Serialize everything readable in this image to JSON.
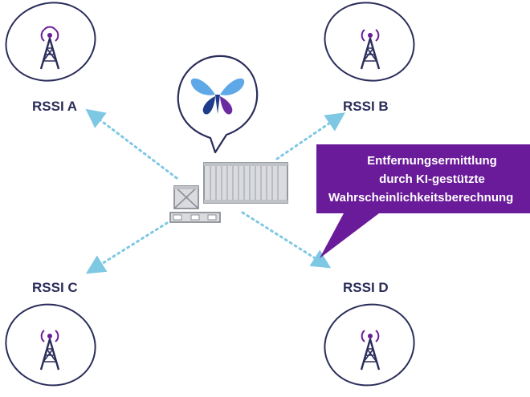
{
  "colors": {
    "navy": "#2a2d5a",
    "purple": "#6a1b9a",
    "dotted_line": "#7ec8e3",
    "gray_fill": "#d9dbdf",
    "gray_stroke": "#8c8f96",
    "white": "#ffffff",
    "logo_light_blue": "#5fa8e8",
    "logo_dark_blue": "#1f3b8c",
    "logo_purple": "#6a2ca0"
  },
  "anchors": [
    {
      "id": "a",
      "label": "RSSI A",
      "icon": "cell-tower-icon"
    },
    {
      "id": "b",
      "label": "RSSI B",
      "icon": "cell-tower-icon"
    },
    {
      "id": "c",
      "label": "RSSI C",
      "icon": "cell-tower-icon"
    },
    {
      "id": "d",
      "label": "RSSI D",
      "icon": "cell-tower-icon"
    }
  ],
  "callout": {
    "lines": [
      "Entfernungsermittlung",
      "durch KI-gestützte",
      "Wahrscheinlichkeitsberechnung"
    ]
  },
  "center": {
    "logo_icon": "butterfly-logo-icon",
    "asset_icons": [
      "shipping-container-icon",
      "crate-icon",
      "pallet-icon"
    ]
  }
}
